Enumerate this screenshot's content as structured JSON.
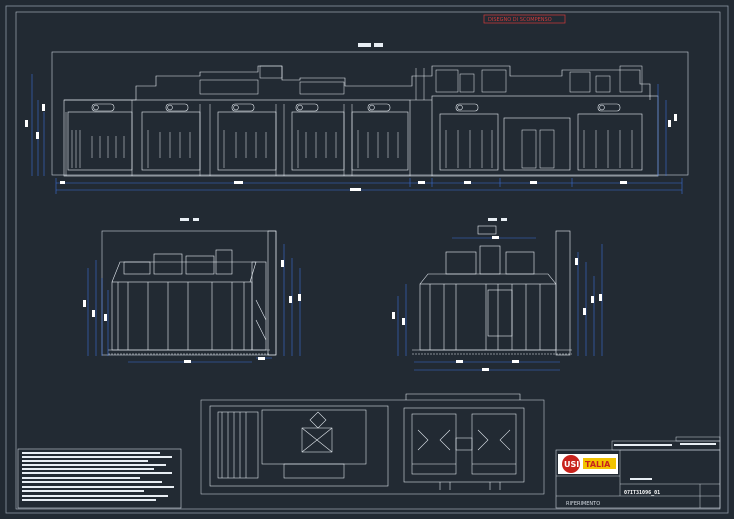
{
  "stamp": {
    "text": "DISEGNO DI SCOMPENSO"
  },
  "views": {
    "front_title": "",
    "side_left_title": "",
    "side_right_title": ""
  },
  "logos": {
    "text": "USITALIA",
    "brand": "USI",
    "brand_suffix": "TALIA"
  },
  "title_block": {
    "reference_label": "RIFERIMENTO",
    "drawing_code": "07IT31096_01"
  },
  "colors": {
    "background": "#222a33",
    "linework": "#e8eef4",
    "dimension": "#3b6fd6",
    "stamp": "#d23a3a",
    "logo_red": "#c8231d",
    "logo_yellow": "#f2c300"
  }
}
